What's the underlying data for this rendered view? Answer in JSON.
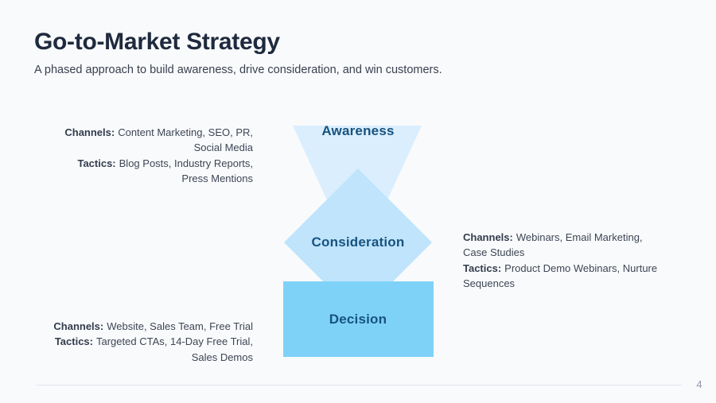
{
  "slide": {
    "title": "Go-to-Market Strategy",
    "subtitle": "A phased approach to build awareness, drive consideration, and win customers.",
    "page_number": "4",
    "background_color": "#f9fafc"
  },
  "funnel": {
    "label_color": "#175380",
    "stages": [
      {
        "id": "awareness",
        "label": "Awareness",
        "shape": "inverted-triangle",
        "color": "#daeefd"
      },
      {
        "id": "consideration",
        "label": "Consideration",
        "shape": "diamond",
        "color": "#bfe4fb"
      },
      {
        "id": "decision",
        "label": "Decision",
        "shape": "rectangle",
        "color": "#7ed2f8"
      }
    ]
  },
  "annotations": {
    "awareness": {
      "entries": [
        {
          "label": "Channels:",
          "text": "Content Marketing, SEO, PR, Social Media"
        },
        {
          "label": "Tactics:",
          "text": "Blog Posts, Industry Reports, Press Mentions"
        }
      ]
    },
    "consideration": {
      "entries": [
        {
          "label": "Channels:",
          "text": "Webinars, Email Marketing, Case Studies"
        },
        {
          "label": "Tactics:",
          "text": "Product Demo Webinars, Nurture Sequences"
        }
      ]
    },
    "decision": {
      "entries": [
        {
          "label": "Channels:",
          "text": "Website, Sales Team, Free Trial"
        },
        {
          "label": "Tactics:",
          "text": "Targeted CTAs, 14-Day Free Trial, Sales Demos"
        }
      ]
    }
  },
  "footer": {
    "divider_color": "#e0e5ee"
  }
}
